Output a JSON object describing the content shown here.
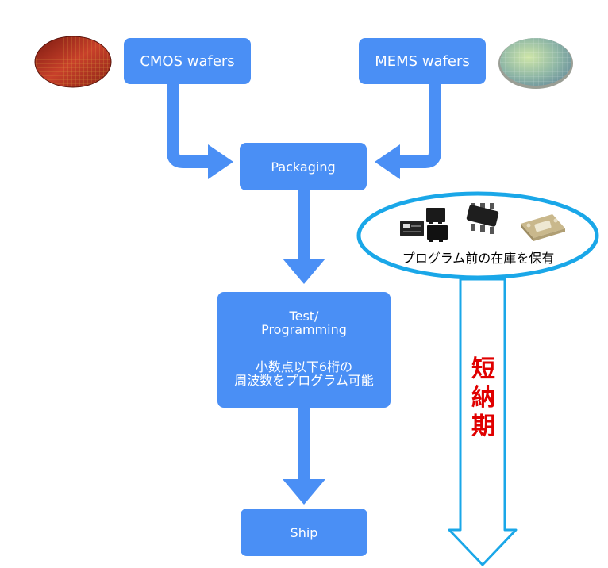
{
  "colors": {
    "accent": "#4a8ff5",
    "highlight_border": "#1aa7e8",
    "deadline_text": "#e00000"
  },
  "nodes": {
    "cmos": "CMOS wafers",
    "mems": "MEMS wafers",
    "packaging": "Packaging",
    "test_title_line1": "Test/",
    "test_title_line2": "Programming",
    "test_note_line1": "小数点以下6桁の",
    "test_note_line2": "周波数をプログラム可能",
    "ship": "Ship"
  },
  "inventory": {
    "caption": "プログラム前の在庫を保有"
  },
  "deadline": {
    "chars": [
      "短",
      "納",
      "期"
    ]
  },
  "icons": [
    "cmos-wafer-icon",
    "mems-wafer-icon",
    "packaged-chip-icon",
    "sot-package-icon",
    "mems-package-icon"
  ]
}
